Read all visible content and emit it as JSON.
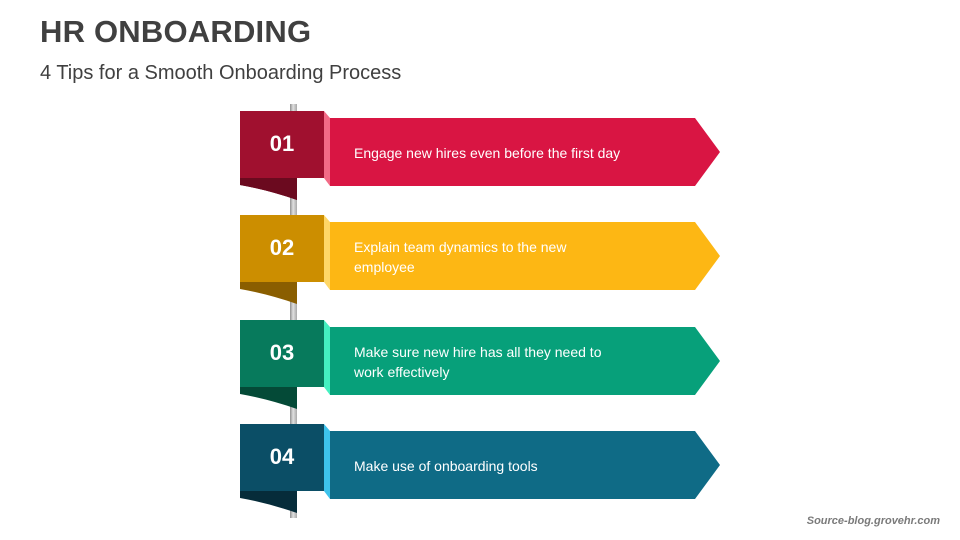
{
  "header": {
    "title": "HR ONBOARDING",
    "subtitle": "4 Tips for a Smooth Onboarding Process"
  },
  "steps": [
    {
      "number": "01",
      "text": "Engage new hires even before the first day",
      "colors": {
        "tab": "#A0102F",
        "curl": "#6B0A1F",
        "edge": "#F26A86",
        "arrow": "#D91543"
      }
    },
    {
      "number": "02",
      "text": "Explain team dynamics to the new employee",
      "colors": {
        "tab": "#CC8E00",
        "curl": "#8A5E00",
        "edge": "#FFD766",
        "arrow": "#FDB714"
      }
    },
    {
      "number": "03",
      "text": "Make sure new hire has  all they need to work effectively",
      "colors": {
        "tab": "#077A5C",
        "curl": "#044A37",
        "edge": "#44F0C0",
        "arrow": "#07A07A"
      }
    },
    {
      "number": "04",
      "text": "Make use of onboarding tools",
      "colors": {
        "tab": "#0B4E66",
        "curl": "#062C3A",
        "edge": "#3EC3EC",
        "arrow": "#0F6B86"
      }
    }
  ],
  "footer": {
    "source": "Source-blog.grovehr.com"
  }
}
